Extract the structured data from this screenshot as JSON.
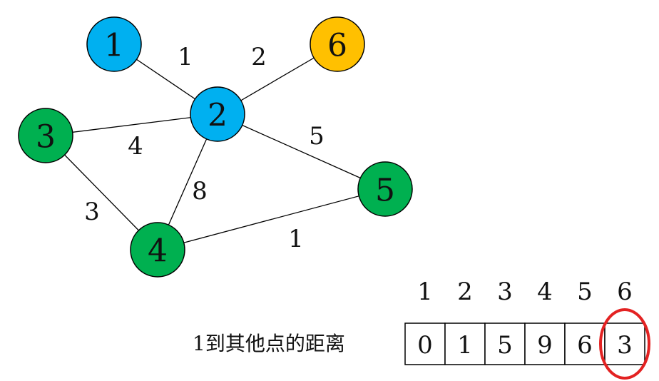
{
  "graph": {
    "nodes": [
      {
        "id": "1",
        "label": "1",
        "color": "#00b0f0"
      },
      {
        "id": "2",
        "label": "2",
        "color": "#00b0f0"
      },
      {
        "id": "3",
        "label": "3",
        "color": "#00b050"
      },
      {
        "id": "4",
        "label": "4",
        "color": "#00b050"
      },
      {
        "id": "5",
        "label": "5",
        "color": "#00b050"
      },
      {
        "id": "6",
        "label": "6",
        "color": "#ffc000"
      }
    ],
    "edges": [
      {
        "from": "1",
        "to": "2",
        "weight": "1"
      },
      {
        "from": "2",
        "to": "6",
        "weight": "2"
      },
      {
        "from": "2",
        "to": "3",
        "weight": "4"
      },
      {
        "from": "2",
        "to": "5",
        "weight": "5"
      },
      {
        "from": "2",
        "to": "4",
        "weight": "8"
      },
      {
        "from": "3",
        "to": "4",
        "weight": "3"
      },
      {
        "from": "4",
        "to": "5",
        "weight": "1"
      }
    ]
  },
  "distance_table": {
    "caption": "1到其他点的距离",
    "indices": [
      "1",
      "2",
      "3",
      "4",
      "5",
      "6"
    ],
    "values": [
      "0",
      "1",
      "5",
      "9",
      "6",
      "3"
    ],
    "highlight_index": 5,
    "highlight_color": "#e32222"
  }
}
